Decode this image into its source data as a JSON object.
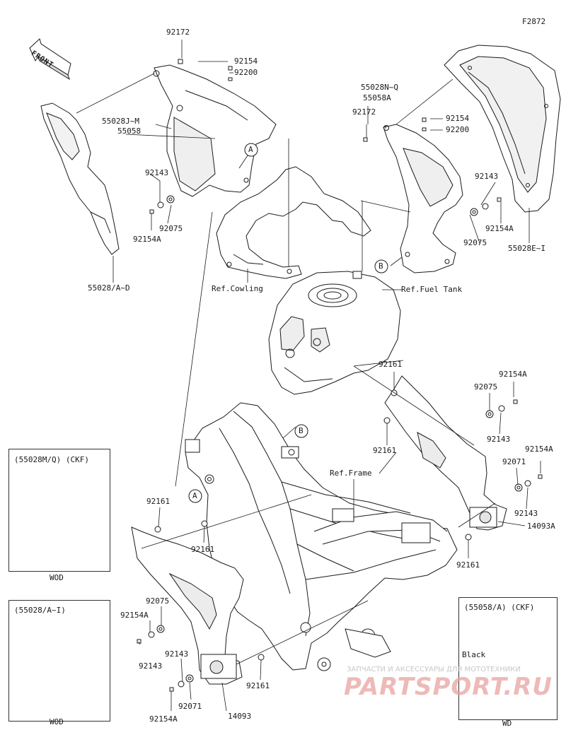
{
  "figure_code": "F2872",
  "front_label": "FRONT",
  "refs": {
    "cowling": "Ref.Cowling",
    "fuel_tank": "Ref.Fuel Tank",
    "frame": "Ref.Frame"
  },
  "callouts": {
    "a": "A",
    "b": "B"
  },
  "parts": {
    "p92172_left": "92172",
    "p92154_top": "92154",
    "p92200_top": "92200",
    "p55028jm": "55028J~M",
    "p55058": "55058",
    "p92143_l1": "92143",
    "p92075_l1": "92075",
    "p92154a_l1": "92154A",
    "p55028ad": "55028/A~D",
    "p55028nq": "55028N~Q",
    "p55058a": "55058A",
    "p92172_right": "92172",
    "p92154_right": "92154",
    "p92200_right": "92200",
    "p92143_r1": "92143",
    "p92154a_r1": "92154A",
    "p92075_r1": "92075",
    "p55028ei": "55028E~I",
    "p92161_r1": "92161",
    "p92154a_r2": "92154A",
    "p92075_r2": "92075",
    "p92161_r2": "92161",
    "p92143_r2": "92143",
    "p92154a_r3": "92154A",
    "p92071_r": "92071",
    "p92143_r3": "92143",
    "p14093a": "14093A",
    "p92161_r3": "92161",
    "p92161_l1": "92161",
    "p92161_l2": "92161",
    "p92075_l2": "92075",
    "p92154a_l2": "92154A",
    "p92143_l2": "92143",
    "p92143_l3": "92143",
    "p92071_l": "92071",
    "p92154a_l3": "92154A",
    "p14093": "14093",
    "p92161_l3": "92161"
  },
  "insets": {
    "inset1": {
      "title": "(55028M/Q) (CKF)",
      "footer": "WOD"
    },
    "inset2": {
      "title": "(55028/A~I)",
      "footer": "WOD"
    },
    "inset3": {
      "title": "(55058/A) (CKF)",
      "note": "Black",
      "footer": "WD"
    }
  },
  "watermark": {
    "caption": "ЗАПЧАСТИ И АКСЕССУАРЫ ДЛЯ МОТОТЕХНИКИ",
    "logo": "PARTSPORT.RU",
    "logo_color": "#d9534f"
  }
}
